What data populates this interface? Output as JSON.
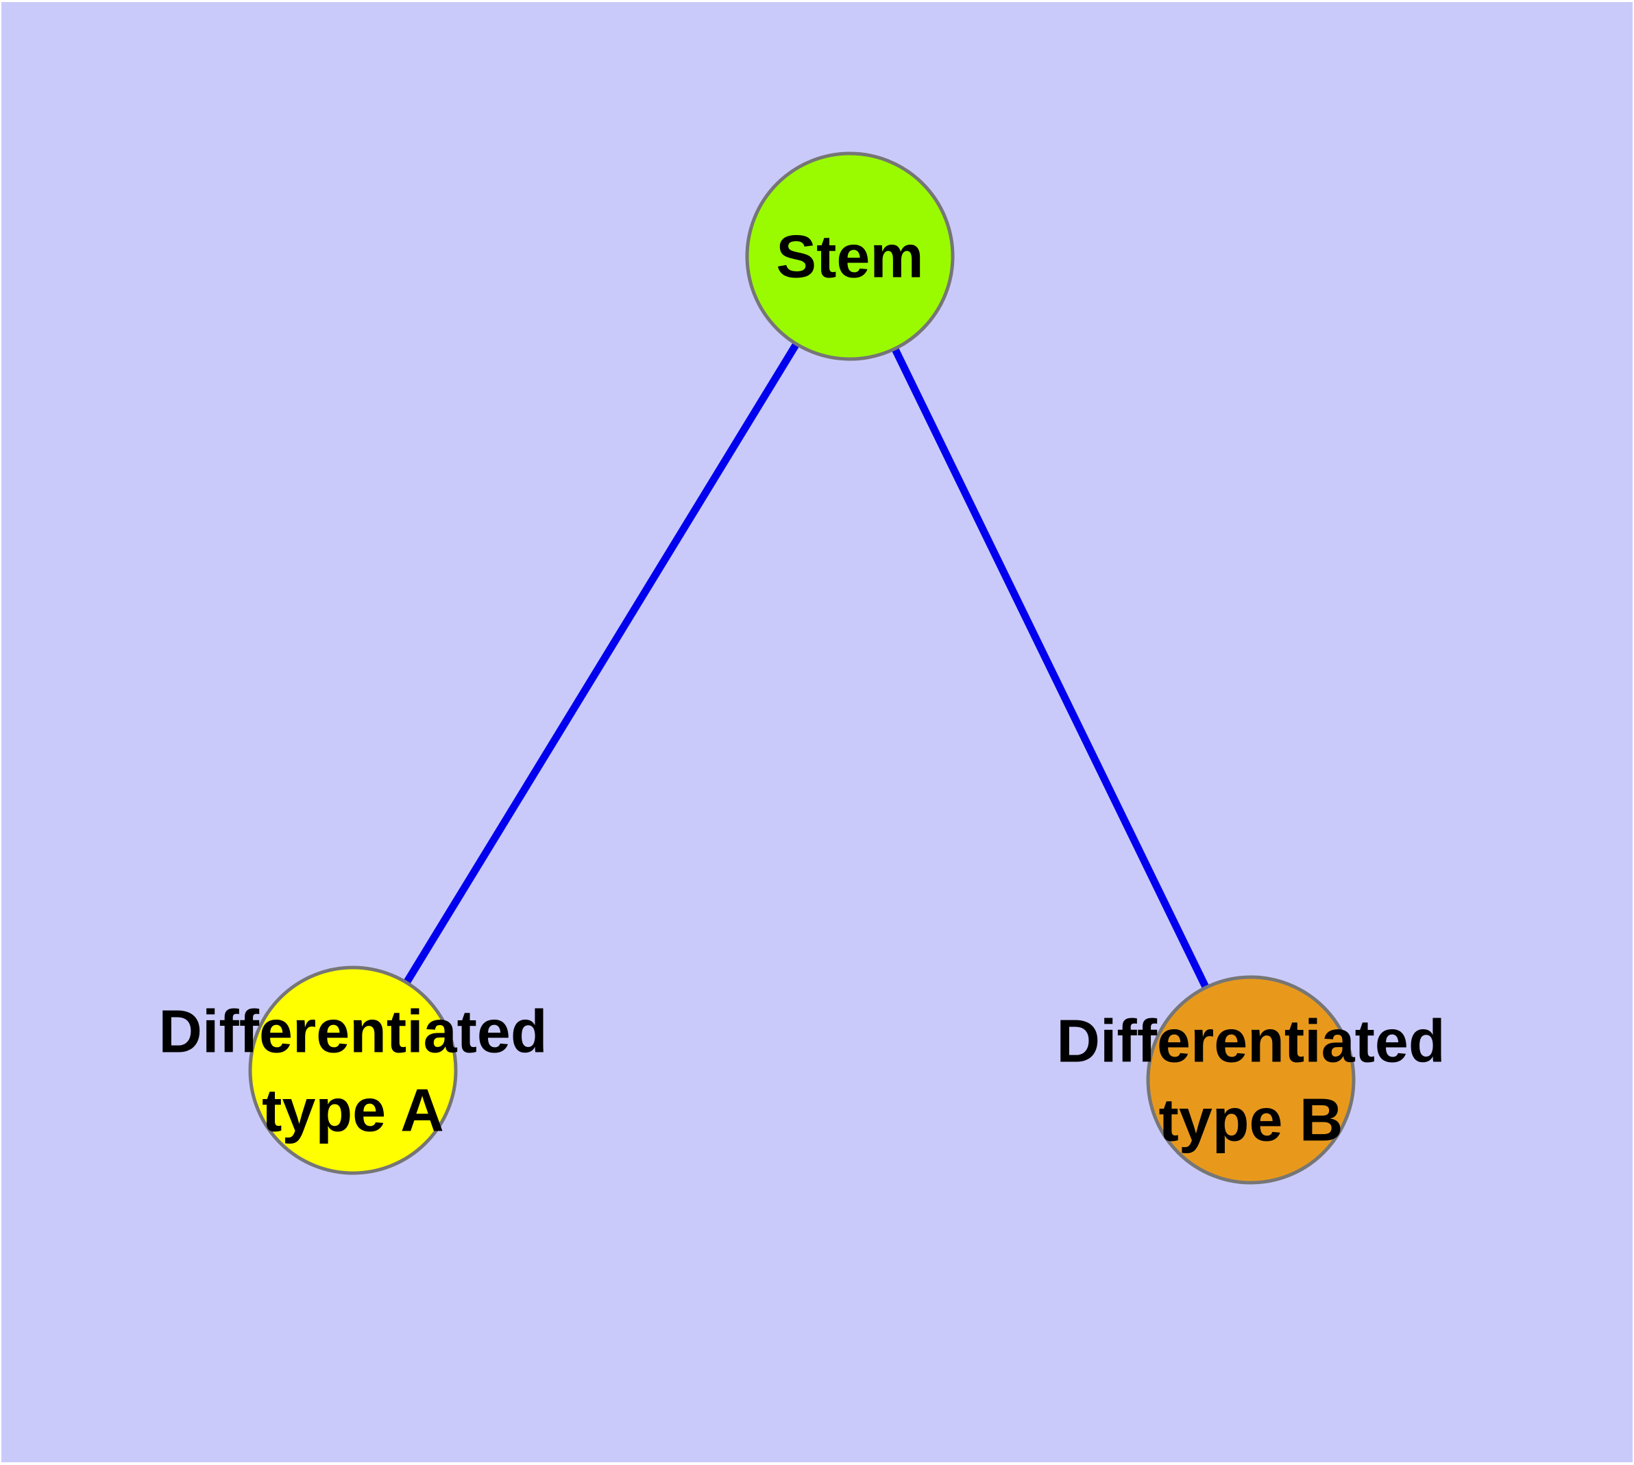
{
  "diagram": {
    "background_color": "#cacafa",
    "frame_color": "#ffffff",
    "edge_color": "#0000ee",
    "node_border_color": "#767676",
    "label_color": "#000000",
    "nodes": {
      "stem": {
        "label": "Stem",
        "fill_color": "#9afb00"
      },
      "type_a": {
        "label": "Differentiated type A",
        "label_line1": "Differentiated",
        "label_line2": "type A",
        "fill_color": "#ffff00"
      },
      "type_b": {
        "label": "Differentiated type B",
        "label_line1": "Differentiated",
        "label_line2": "type B",
        "fill_color": "#e8991c"
      }
    },
    "edges": [
      {
        "from": "Stem",
        "to": "Differentiated type A"
      },
      {
        "from": "Stem",
        "to": "Differentiated type B"
      }
    ]
  }
}
